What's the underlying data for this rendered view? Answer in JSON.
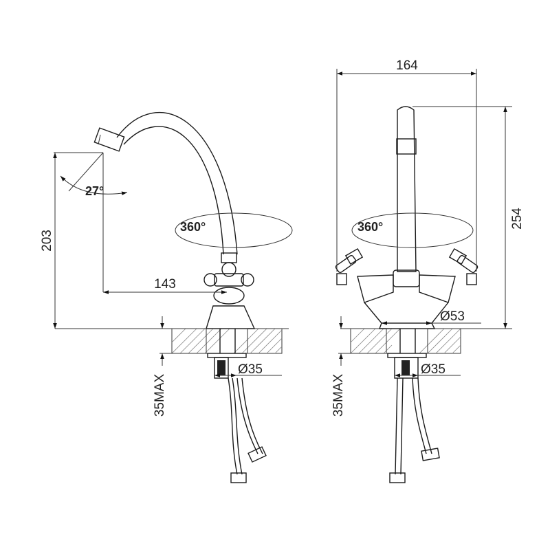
{
  "drawing": {
    "left_view": {
      "dim_spout_reach": "143",
      "dim_height": "203",
      "dim_angle": "27°",
      "dim_rotation": "360°",
      "dim_pipe_diameter": "Ø35",
      "dim_counter_max": "35MAX"
    },
    "right_view": {
      "dim_width": "164",
      "dim_height": "254",
      "dim_rotation": "360°",
      "dim_base_diameter": "Ø53",
      "dim_pipe_diameter": "Ø35",
      "dim_counter_max": "35MAX"
    }
  }
}
